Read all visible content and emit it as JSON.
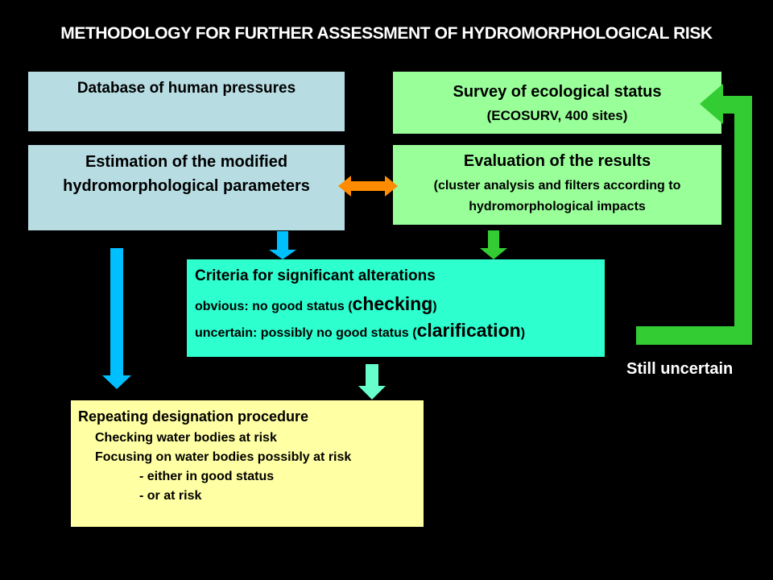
{
  "title": "METHODOLOGY FOR FURTHER ASSESSMENT OF HYDROMORPHOLOGICAL RISK",
  "boxes": {
    "database": {
      "text": "Database of human pressures"
    },
    "estimation": {
      "line1": "Estimation of the modified",
      "line2": "hydromorphological parameters"
    },
    "survey": {
      "line1": "Survey of ecological status",
      "line2": "(ECOSURV, 400 sites)"
    },
    "evaluation": {
      "line1": "Evaluation of the results",
      "line2": "(cluster analysis and filters according to",
      "line3": "hydromorphological impacts"
    },
    "criteria": {
      "heading": "Criteria for significant alterations",
      "obvious_prefix": "obvious: no good status (",
      "obvious_word": "checking",
      "obvious_suffix": ")",
      "uncertain_prefix": "uncertain: possibly no good status (",
      "uncertain_word": "clarification",
      "uncertain_suffix": ")"
    },
    "repeating": {
      "heading": "Repeating designation procedure",
      "item1": "Checking water bodies at risk",
      "item2": "Focusing on water bodies possibly at risk",
      "sub1": "-  either in good status",
      "sub2": "-  or at risk"
    }
  },
  "still_uncertain": "Still uncertain",
  "colors": {
    "background": "#000000",
    "light_blue_box": "#b7dde3",
    "green_box": "#99ff99",
    "teal_box": "#2dffce",
    "yellow_box": "#ffffa3",
    "blue_arrow": "#00bfff",
    "green_arrow": "#33cc33",
    "mint_arrow": "#66ffcc",
    "orange_arrow": "#ff8c00"
  }
}
